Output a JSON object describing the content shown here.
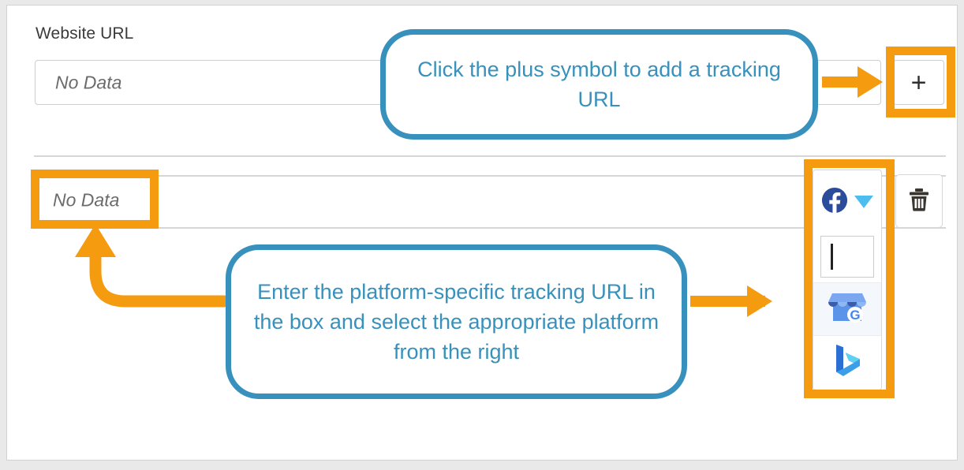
{
  "page": {
    "field_label": "Website URL",
    "url_field_placeholder": "No Data",
    "add_button_label": "+",
    "row_field_placeholder": "No Data"
  },
  "platform_selector": {
    "selected_icon": "facebook-icon",
    "dropdown_caret": "chevron-down-icon",
    "options": [
      {
        "icon": "text-input-option",
        "label": "",
        "selected": false
      },
      {
        "icon": "google-my-business-icon",
        "label": "",
        "selected": true
      },
      {
        "icon": "bing-icon",
        "label": "",
        "selected": false
      }
    ],
    "delete_icon": "trash-icon"
  },
  "callouts": [
    {
      "id": "callout-add-url",
      "text": "Click the plus symbol to add a tracking URL"
    },
    {
      "id": "callout-enter-url",
      "text": "Enter the platform-specific tracking URL in the box and select the appropriate platform from the right"
    }
  ],
  "annotations": {
    "highlight_color": "#F59B10",
    "callout_color": "#3791BC",
    "arrows": [
      {
        "name": "arrow-to-plus-button",
        "direction": "right"
      },
      {
        "name": "arrow-to-platform-dropdown",
        "direction": "right"
      },
      {
        "name": "arrow-to-no-data-field",
        "direction": "up-curved"
      }
    ],
    "highlighted_elements": [
      "add-url-button",
      "tracking-url-field",
      "platform-dropdown"
    ]
  }
}
